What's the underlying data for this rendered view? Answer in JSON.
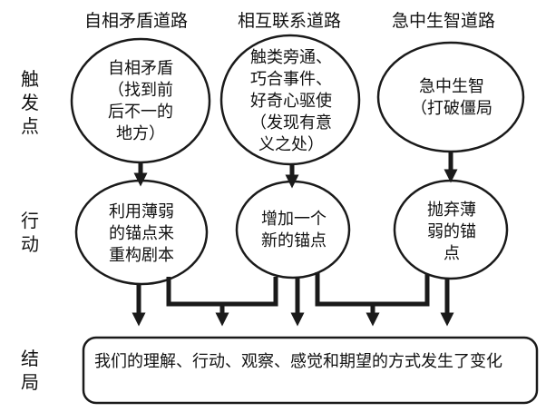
{
  "columns": {
    "contradiction": {
      "title": "自相矛盾道路"
    },
    "connection": {
      "title": "相互联系道路"
    },
    "desperation": {
      "title": "急中生智道路"
    }
  },
  "rows": {
    "trigger": "触发点",
    "action": "行动",
    "result": "结局"
  },
  "triggers": {
    "contradiction": "自相矛盾\n（找到前\n后不一的\n地方）",
    "connection": "触类旁通、\n巧合事件、\n好奇心驱使\n（发现有意\n义之处）",
    "desperation": "急中生智\n（打破僵局"
  },
  "actions": {
    "contradiction": "利用薄弱\n的锚点来\n重构剧本",
    "connection": "增加一个\n新的锚点",
    "desperation": "抛弃薄\n弱的锚\n点"
  },
  "result": "我们的理解、行动、观察、感觉和期望的方式发生了变化"
}
